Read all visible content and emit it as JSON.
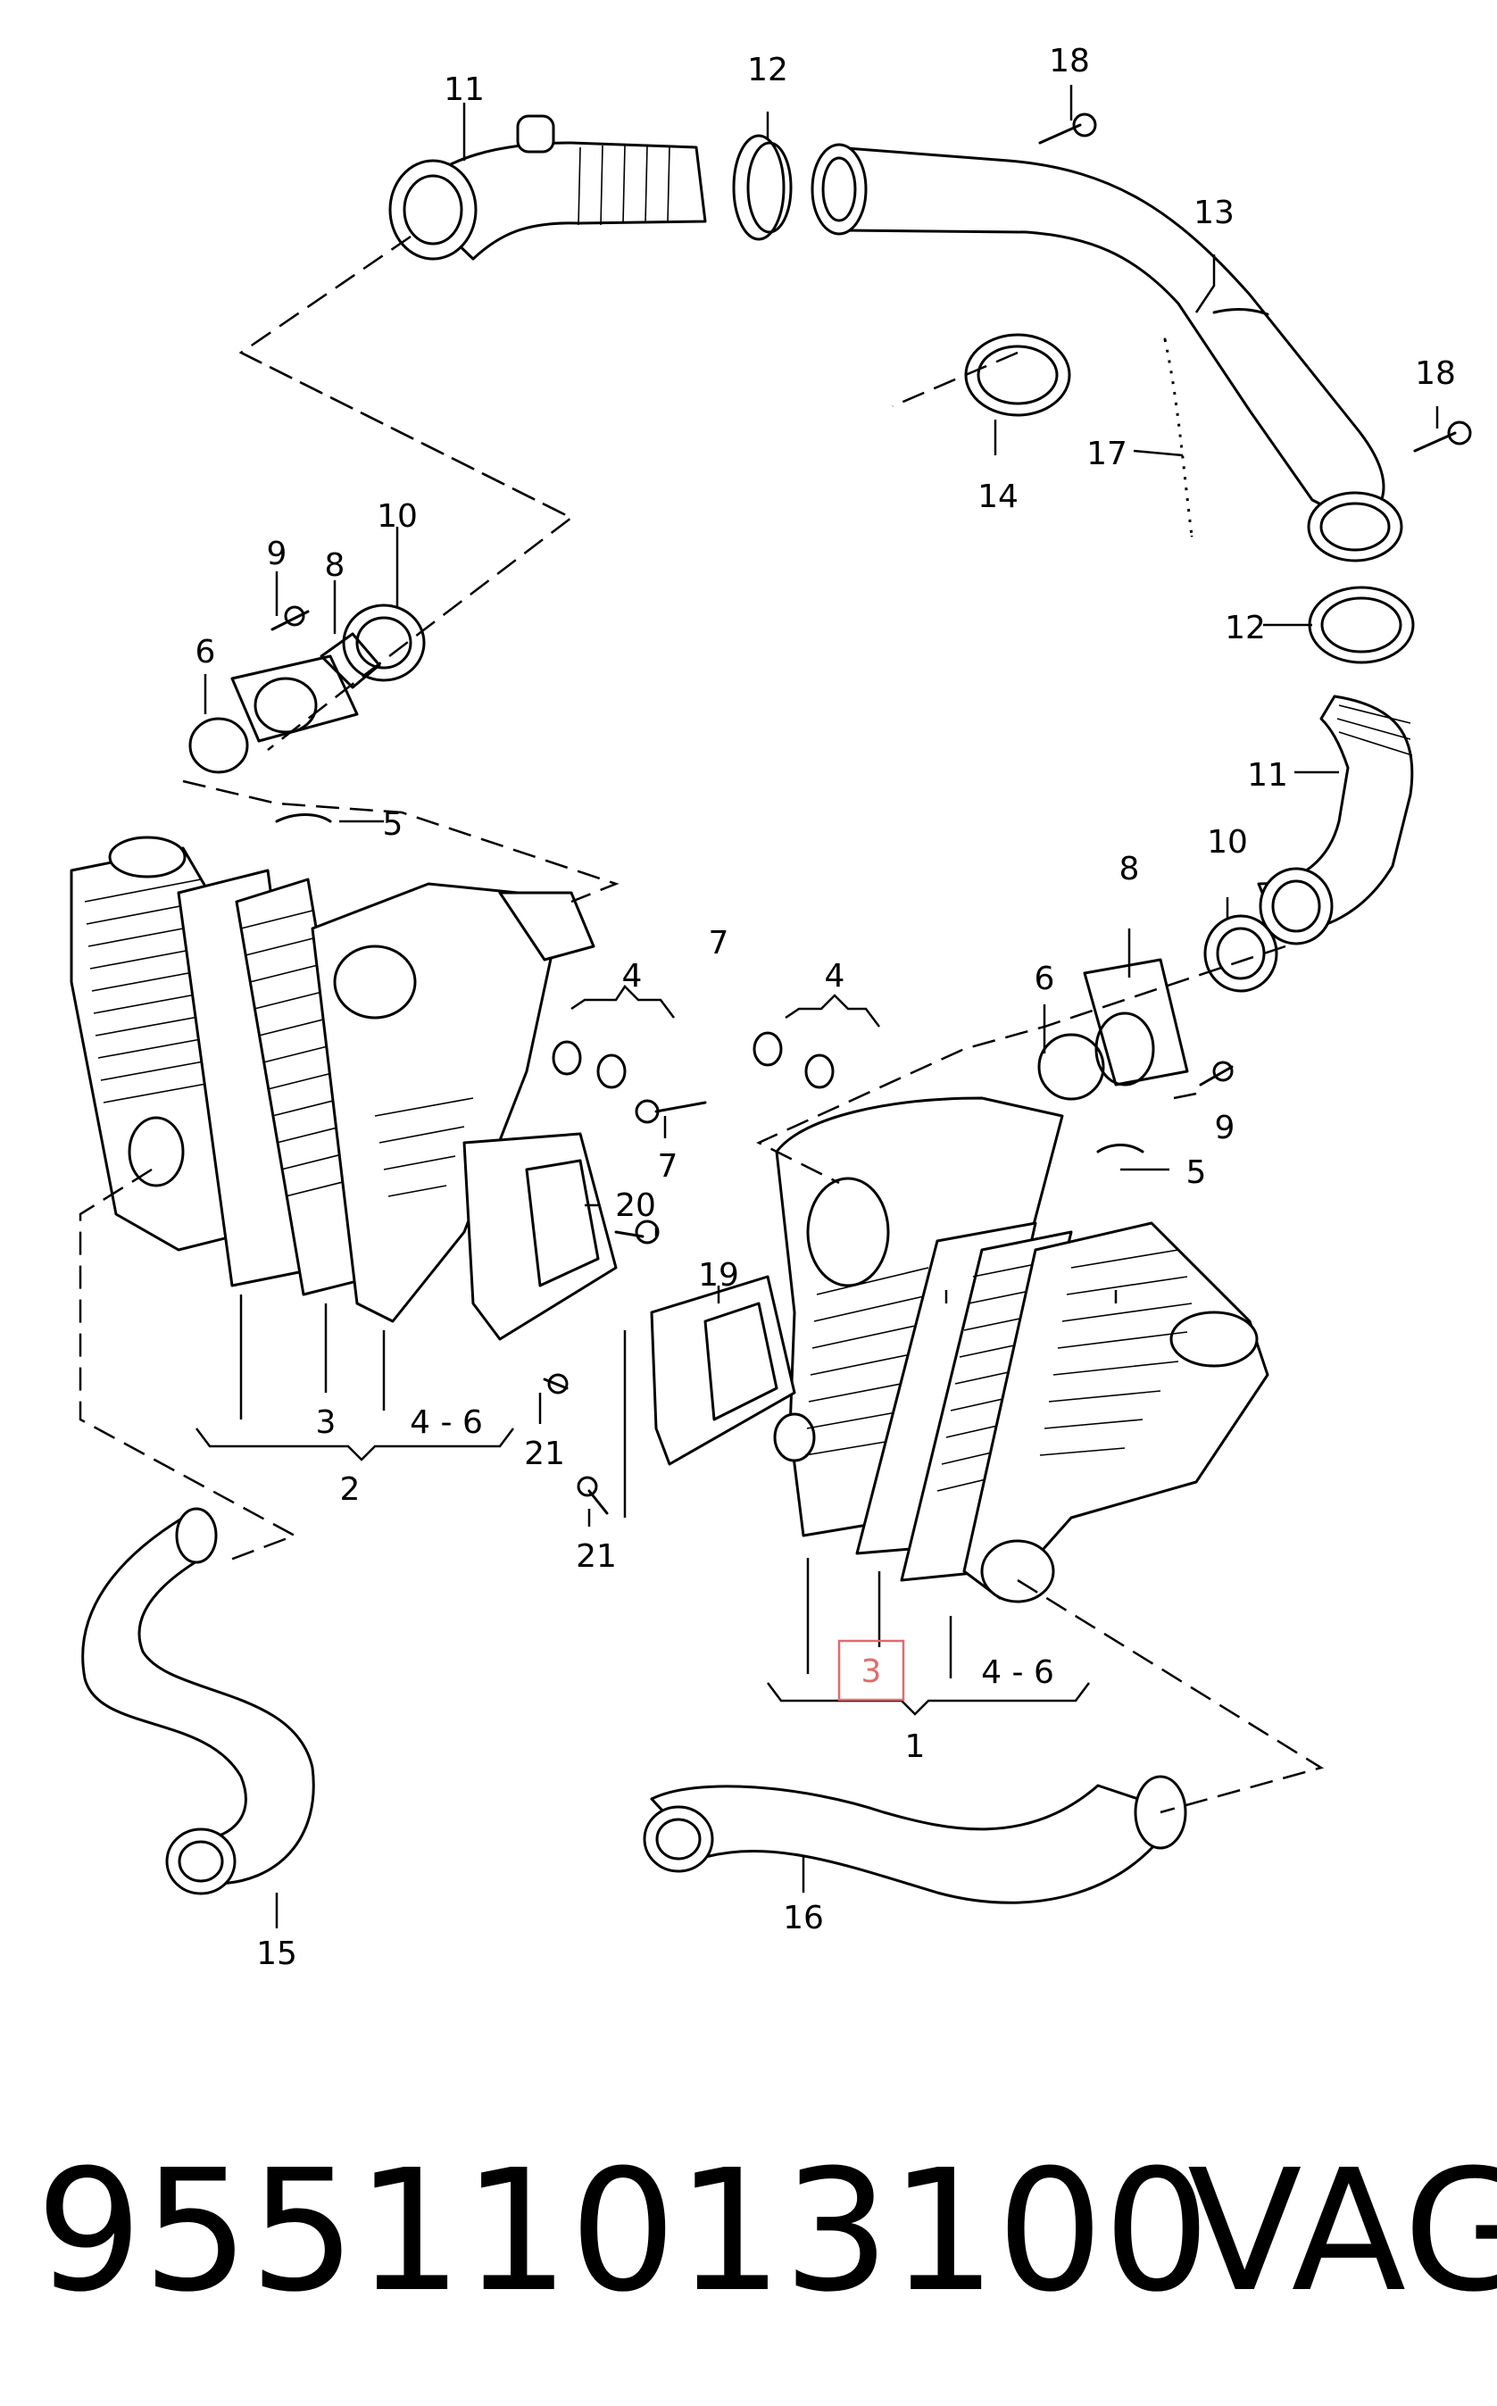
{
  "labels": {
    "11a": "11",
    "12a": "12",
    "18a": "18",
    "13": "13",
    "18b": "18",
    "17": "17",
    "14": "14",
    "12b": "12",
    "11b": "11",
    "10a": "10",
    "9a": "9",
    "8a": "8",
    "6a": "6",
    "5a": "5",
    "4a": "4",
    "4b": "4",
    "7a": "7",
    "7b": "7",
    "20": "20",
    "19": "19",
    "10b": "10",
    "8b": "8",
    "6b": "6",
    "9b": "9",
    "5b": "5",
    "3a": "3",
    "range_a": "4 - 6",
    "2": "2",
    "21a": "21",
    "21b": "21",
    "3b": "3",
    "range_b": "4 - 6",
    "1": "1",
    "15": "15",
    "16": "16"
  },
  "highlight": {
    "label": "3",
    "color": "#e46a6a"
  },
  "footer": {
    "part_number": "95511013100",
    "brand": "VAG"
  }
}
